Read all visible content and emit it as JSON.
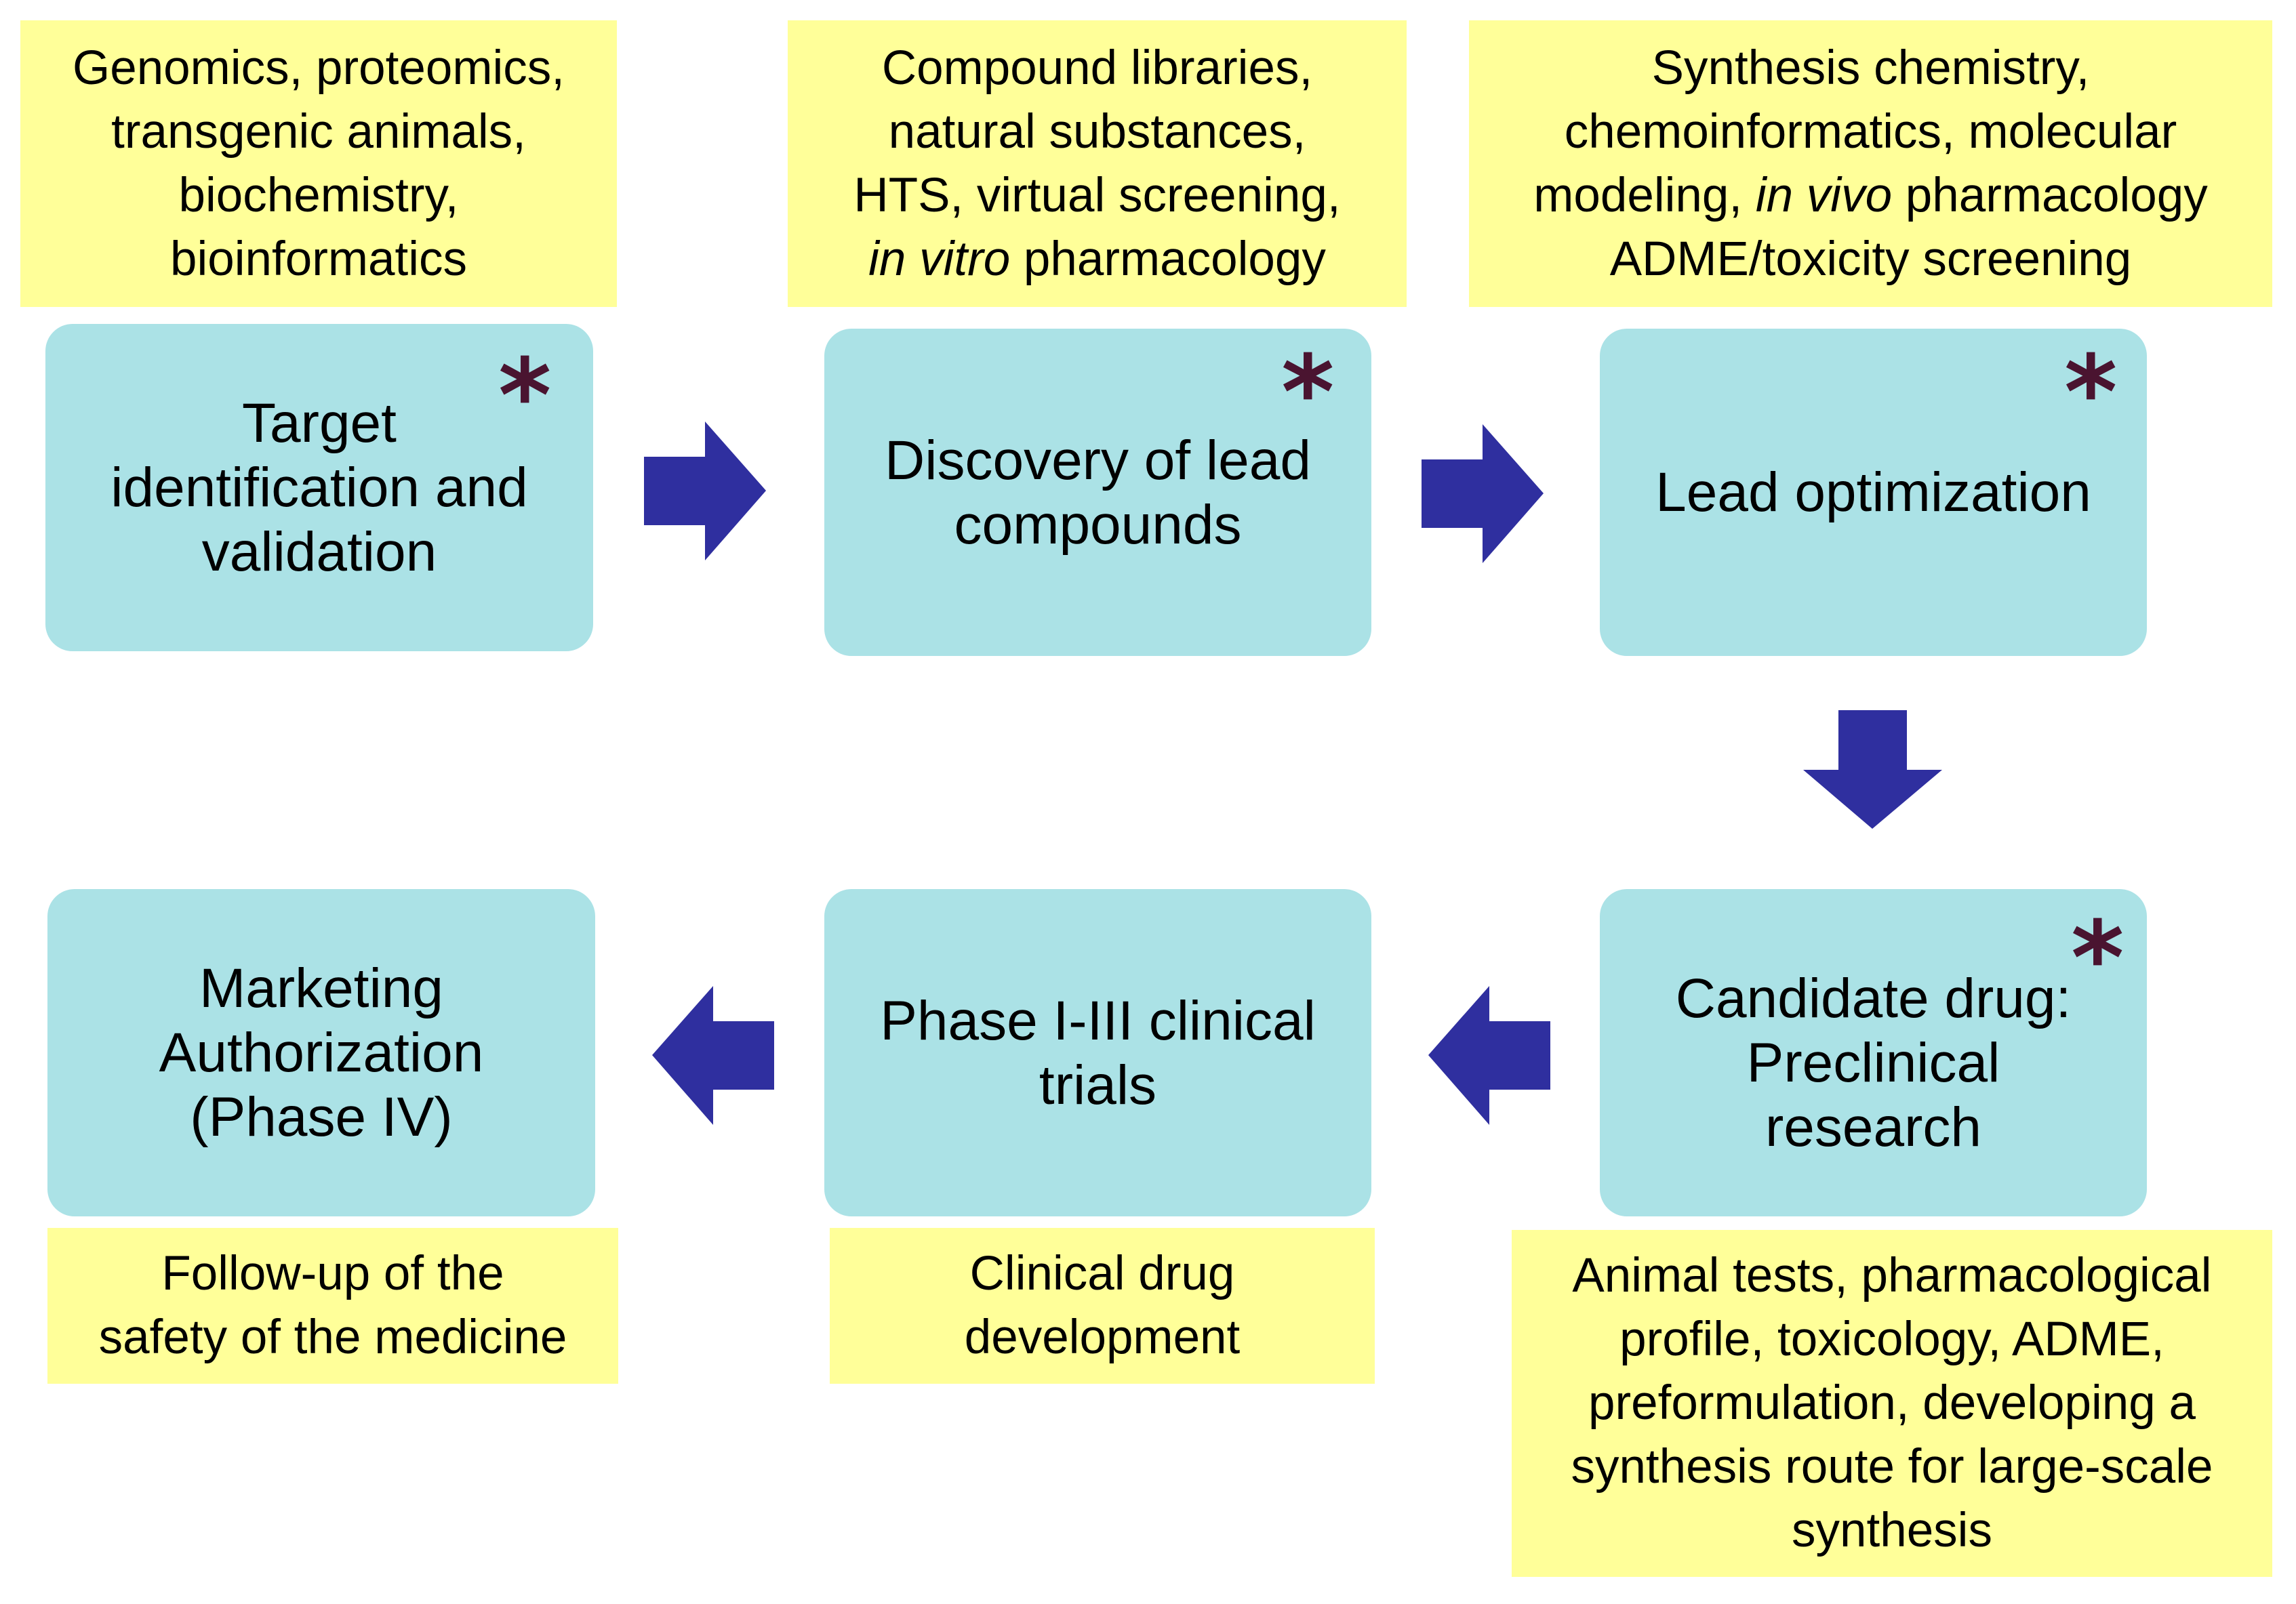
{
  "colors": {
    "note_fill": "#ffff99",
    "stage_fill": "#abe2e6",
    "arrow_fill": "#2f2f9f",
    "asterisk": "#4a1430"
  },
  "notes": {
    "target": {
      "lines": [
        "Genomics, proteomics,",
        "transgenic  animals,",
        "biochemistry,",
        "bioinformatics"
      ]
    },
    "discovery": {
      "line1": "Compound libraries,",
      "line2": "natural substances,",
      "line3": "HTS, virtual screening,",
      "line4_italic": "in vitro",
      "line4_rest": " pharmacology"
    },
    "optimization": {
      "line1": "Synthesis chemistry,",
      "line2": "chemoinformatics, molecular",
      "line3_start": "modeling, ",
      "line3_italic": "in vivo",
      "line3_rest": " pharmacology",
      "line4": "ADME/toxicity screening"
    },
    "marketing": {
      "lines": [
        "Follow-up of the",
        "safety of the medicine"
      ]
    },
    "clinical": {
      "lines": [
        "Clinical drug",
        "development"
      ]
    },
    "preclinical": {
      "lines": [
        "Animal tests, pharmacological",
        "profile, toxicology, ADME,",
        "preformulation, developing a",
        "synthesis route for large-scale",
        "synthesis"
      ]
    }
  },
  "stages": {
    "target": {
      "lines": [
        "Target",
        "identification  and",
        "validation"
      ],
      "asterisk": "*"
    },
    "discovery": {
      "lines": [
        "Discovery of lead",
        "compounds"
      ],
      "asterisk": "*"
    },
    "optimization": {
      "lines": [
        "Lead optimization"
      ],
      "asterisk": "*"
    },
    "candidate": {
      "lines": [
        "Candidate drug:",
        "Preclinical",
        "research"
      ],
      "asterisk": "*"
    },
    "clinical": {
      "lines": [
        "Phase I-III clinical",
        "trials"
      ]
    },
    "marketing": {
      "lines": [
        "Marketing",
        "Authorization",
        "(Phase IV)"
      ]
    }
  },
  "arrows": {
    "a1": "arrow-right-icon",
    "a2": "arrow-right-icon",
    "a3": "arrow-down-icon",
    "a4": "arrow-left-icon",
    "a5": "arrow-left-icon"
  }
}
